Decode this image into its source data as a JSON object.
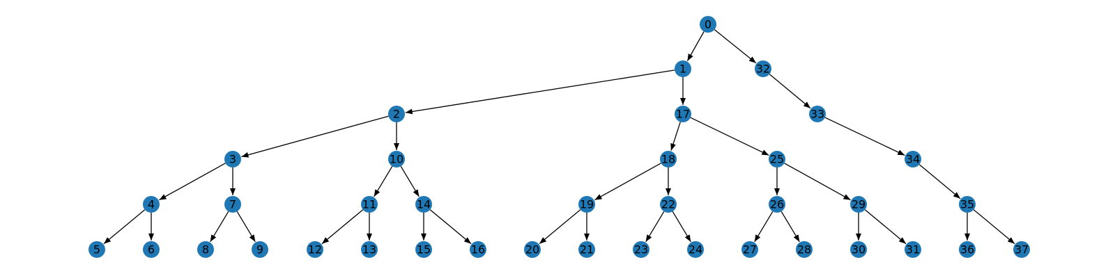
{
  "diagram": {
    "type": "directed-tree",
    "colors": {
      "node": "#1f77b4",
      "edge": "#000000",
      "label": "#000000"
    },
    "nodes": [
      "0",
      "1",
      "2",
      "3",
      "4",
      "5",
      "6",
      "7",
      "8",
      "9",
      "10",
      "11",
      "12",
      "13",
      "14",
      "15",
      "16",
      "17",
      "18",
      "19",
      "20",
      "21",
      "22",
      "23",
      "24",
      "25",
      "26",
      "27",
      "28",
      "29",
      "30",
      "31",
      "32",
      "33",
      "34",
      "35",
      "36",
      "37"
    ],
    "edges": [
      [
        "0",
        "1"
      ],
      [
        "0",
        "32"
      ],
      [
        "1",
        "2"
      ],
      [
        "1",
        "17"
      ],
      [
        "2",
        "3"
      ],
      [
        "2",
        "10"
      ],
      [
        "3",
        "4"
      ],
      [
        "3",
        "7"
      ],
      [
        "4",
        "5"
      ],
      [
        "4",
        "6"
      ],
      [
        "7",
        "8"
      ],
      [
        "7",
        "9"
      ],
      [
        "10",
        "11"
      ],
      [
        "10",
        "14"
      ],
      [
        "11",
        "12"
      ],
      [
        "11",
        "13"
      ],
      [
        "14",
        "15"
      ],
      [
        "14",
        "16"
      ],
      [
        "17",
        "18"
      ],
      [
        "17",
        "25"
      ],
      [
        "18",
        "19"
      ],
      [
        "18",
        "22"
      ],
      [
        "19",
        "20"
      ],
      [
        "19",
        "21"
      ],
      [
        "22",
        "23"
      ],
      [
        "22",
        "24"
      ],
      [
        "25",
        "26"
      ],
      [
        "25",
        "29"
      ],
      [
        "26",
        "27"
      ],
      [
        "26",
        "28"
      ],
      [
        "29",
        "30"
      ],
      [
        "29",
        "31"
      ],
      [
        "32",
        "33"
      ],
      [
        "33",
        "34"
      ],
      [
        "34",
        "35"
      ],
      [
        "35",
        "36"
      ],
      [
        "35",
        "37"
      ]
    ]
  }
}
